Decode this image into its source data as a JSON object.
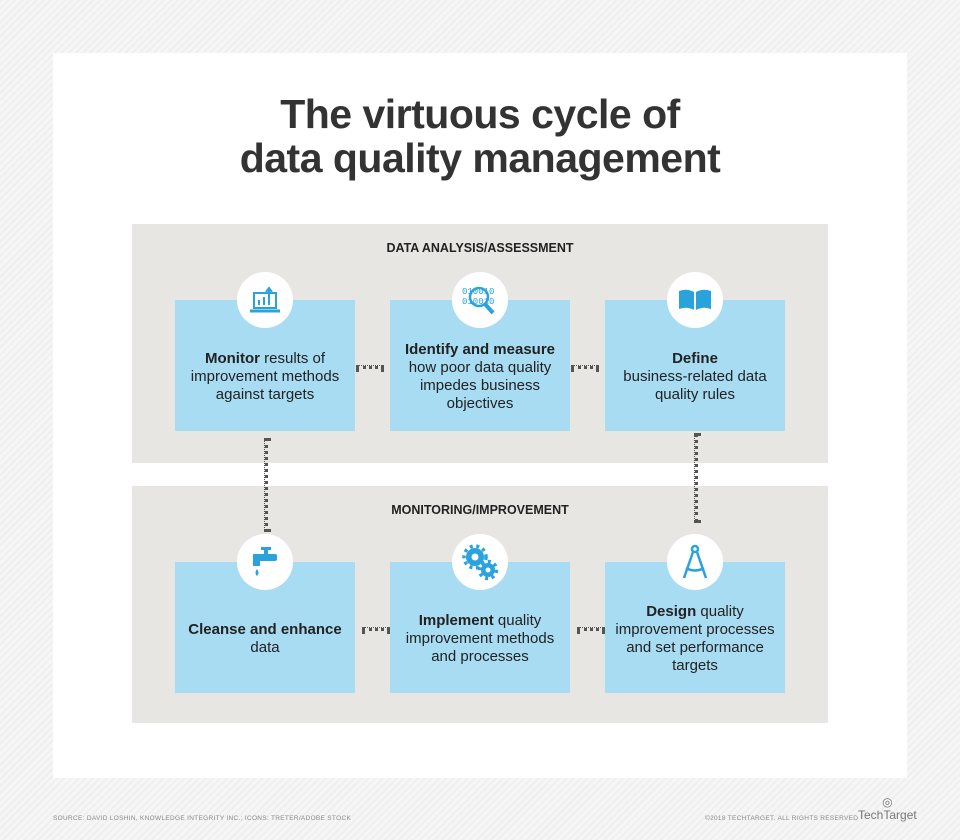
{
  "title_line1": "The virtuous cycle of",
  "title_line2": "data quality management",
  "panels": [
    {
      "title": "DATA ANALYSIS/ASSESSMENT"
    },
    {
      "title": "MONITORING/IMPROVEMENT"
    }
  ],
  "steps": [
    {
      "bold": "Monitor",
      "text": " results of improvement methods against targets",
      "icon": "chart-laptop-icon"
    },
    {
      "bold": "Identify and measure",
      "text": " how poor data quality impedes business objectives",
      "icon": "binary-magnifier-icon"
    },
    {
      "bold": "Define",
      "text": " business-related data quality rules",
      "icon": "book-icon"
    },
    {
      "bold": "Design",
      "text": " quality improvement processes and set performance targets",
      "icon": "compass-icon"
    },
    {
      "bold": "Implement",
      "text": " quality improvement methods and processes",
      "icon": "gears-icon"
    },
    {
      "bold": "Cleanse and enhance",
      "text": " data",
      "icon": "faucet-icon"
    }
  ],
  "footer": {
    "source": "SOURCE: DAVID LOSHIN, KNOWLEDGE INTEGRITY INC.; ICONS: TRETER/ADOBE STOCK",
    "copyright": "©2018 TECHTARGET. ALL RIGHTS RESERVED",
    "logo": "TechTarget"
  },
  "colors": {
    "box": "#a8dcf2",
    "icon": "#2aa3dc",
    "panel": "#e8e6e2"
  }
}
